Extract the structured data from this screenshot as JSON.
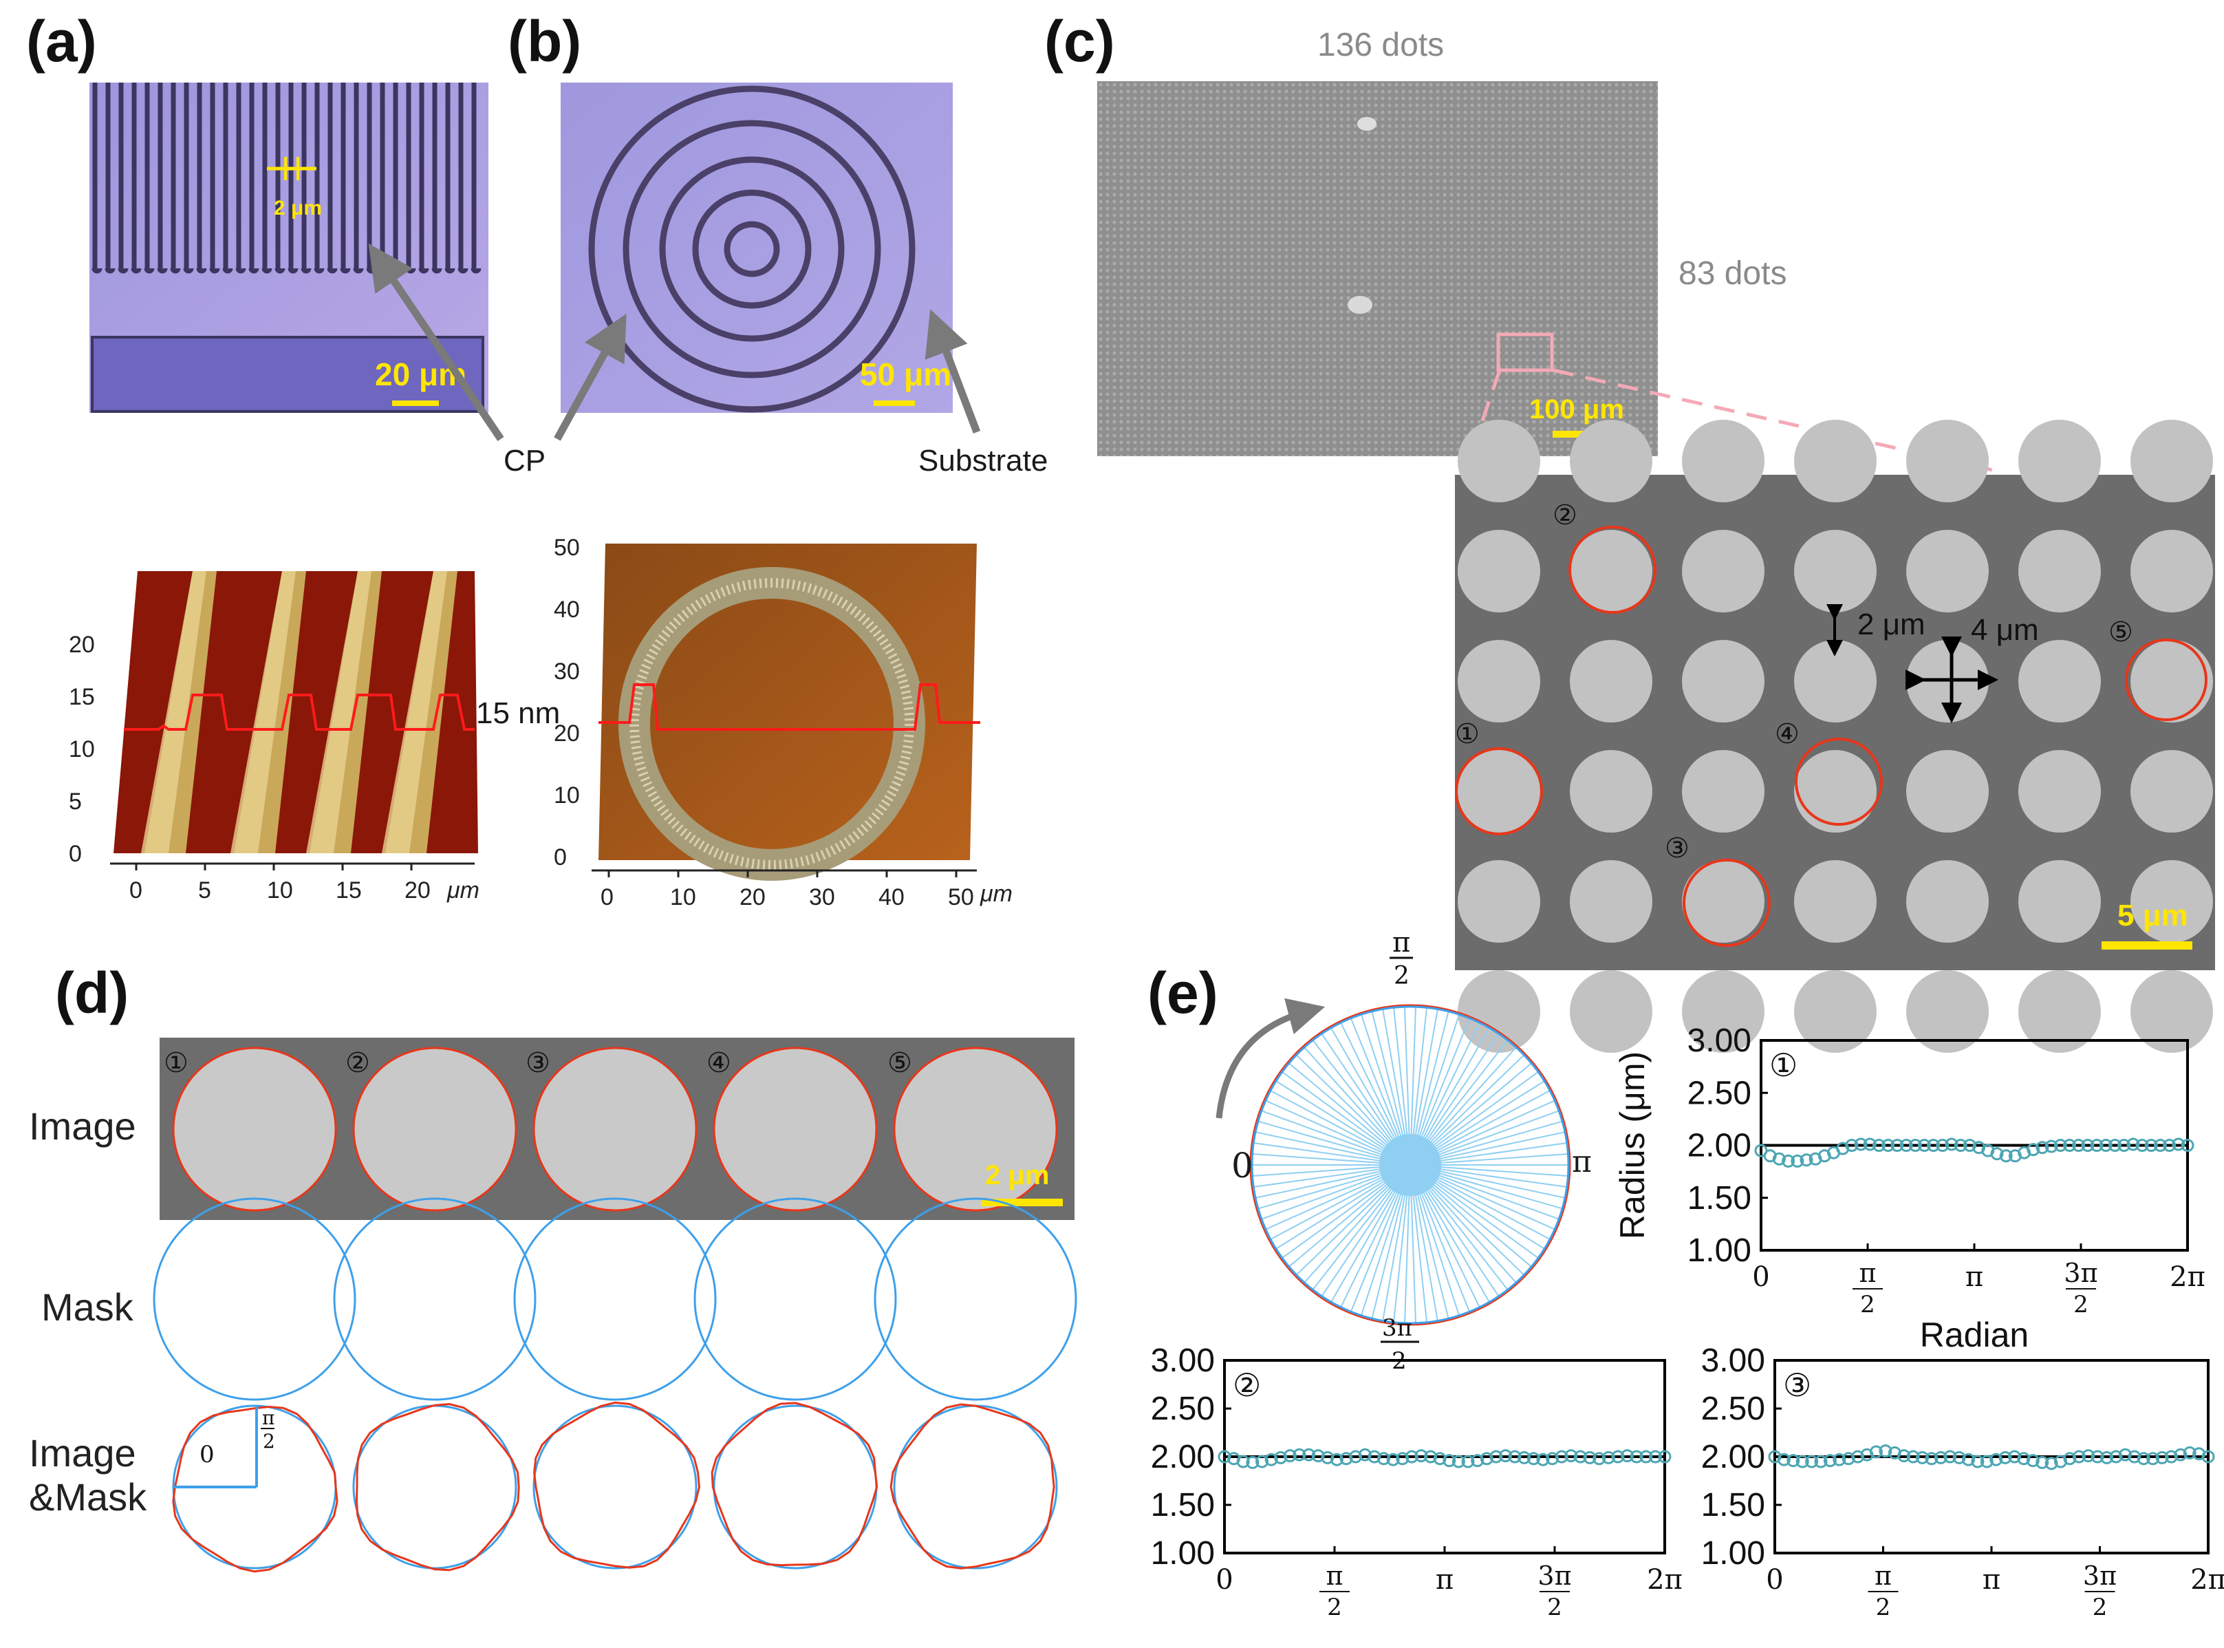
{
  "panels": {
    "a": {
      "label": "(a)",
      "scale_bar": "20 μm",
      "period": "2 μm"
    },
    "b": {
      "label": "(b)",
      "scale_bar": "50 μm"
    },
    "c": {
      "label": "(c)",
      "top_count": "136 dots",
      "side_count": "83 dots",
      "scale_bar": "100 μm",
      "zoom_scale_bar": "5 μm",
      "gap_label": "2 μm",
      "diameter_label": "4 μm",
      "markers": [
        "①",
        "②",
        "③",
        "④",
        "⑤"
      ]
    },
    "d": {
      "label": "(d)",
      "rows": [
        "Image",
        "Mask",
        "Image\n&Mask"
      ],
      "scale_bar": "2 μm",
      "markers": [
        "①",
        "②",
        "③",
        "④",
        "⑤"
      ],
      "angle_zero": "0"
    },
    "e": {
      "label": "(e)",
      "polar_labels": {
        "top": "π/2",
        "left": "0",
        "right": "π",
        "bottom": "3π/2"
      }
    }
  },
  "annotations": {
    "cp": "CP",
    "substrate": "Substrate",
    "height": "15 nm"
  },
  "afm_a": {
    "y_ticks": [
      "0",
      "5",
      "10",
      "15",
      "20"
    ],
    "x_ticks": [
      "0",
      "5",
      "10",
      "15",
      "20"
    ],
    "unit": "μm"
  },
  "afm_b": {
    "y_ticks": [
      "0",
      "10",
      "20",
      "30",
      "40",
      "50"
    ],
    "x_ticks": [
      "0",
      "10",
      "20",
      "30",
      "40",
      "50"
    ],
    "unit": "μm"
  },
  "colors": {
    "accent_red": "#e8361a",
    "mask_blue": "#3ea0ea",
    "scalebar_yellow": "#ffe600",
    "purple_bg": "#9a93dd",
    "sem_grey": "#707070",
    "marker_teal": "#4da6b3"
  },
  "chart_data": [
    {
      "type": "scatter",
      "id": "e1",
      "marker": "①",
      "xlabel": "Radian",
      "ylabel": "Radius (μm)",
      "ylim": [
        1.0,
        3.0
      ],
      "x_ticks": [
        "0",
        "π/2",
        "π",
        "3π/2",
        "2π"
      ],
      "y_ticks": [
        "1.00",
        "1.50",
        "2.00",
        "2.50",
        "3.00"
      ],
      "reference_line": 2.0,
      "y": [
        1.95,
        1.9,
        1.87,
        1.85,
        1.85,
        1.86,
        1.87,
        1.9,
        1.93,
        1.97,
        2.0,
        2.01,
        2.01,
        2.0,
        2.0,
        2.0,
        2.0,
        2.0,
        2.0,
        2.0,
        2.0,
        2.01,
        2.0,
        2.0,
        1.98,
        1.95,
        1.92,
        1.9,
        1.9,
        1.93,
        1.96,
        1.98,
        1.99,
        2.0,
        2.0,
        2.0,
        2.0,
        2.0,
        2.0,
        2.0,
        2.0,
        2.01,
        2.0,
        2.0,
        2.0,
        2.0,
        2.01,
        2.0
      ]
    },
    {
      "type": "scatter",
      "id": "e2",
      "marker": "②",
      "ylim": [
        1.0,
        3.0
      ],
      "x_ticks": [
        "0",
        "π/2",
        "π",
        "3π/2",
        "2π"
      ],
      "y_ticks": [
        "1.00",
        "1.50",
        "2.00",
        "2.50",
        "3.00"
      ],
      "reference_line": 2.0,
      "y": [
        2.0,
        1.98,
        1.95,
        1.94,
        1.95,
        1.97,
        1.99,
        2.01,
        2.02,
        2.02,
        2.01,
        1.99,
        1.97,
        1.98,
        2.0,
        2.02,
        2.0,
        1.98,
        1.97,
        1.98,
        2.0,
        2.01,
        2.0,
        1.98,
        1.96,
        1.95,
        1.95,
        1.96,
        1.98,
        2.0,
        2.01,
        2.0,
        1.99,
        1.98,
        1.97,
        1.98,
        2.0,
        2.01,
        2.0,
        1.99,
        1.98,
        1.99,
        2.0,
        2.01,
        2.0,
        2.0,
        2.0,
        2.0
      ]
    },
    {
      "type": "scatter",
      "id": "e3",
      "marker": "③",
      "ylim": [
        1.0,
        3.0
      ],
      "x_ticks": [
        "0",
        "π/2",
        "π",
        "3π/2",
        "2π"
      ],
      "y_ticks": [
        "1.00",
        "1.50",
        "2.00",
        "2.50",
        "3.00"
      ],
      "reference_line": 2.0,
      "y": [
        2.0,
        1.97,
        1.96,
        1.95,
        1.95,
        1.95,
        1.96,
        1.97,
        1.98,
        2.0,
        2.02,
        2.05,
        2.06,
        2.04,
        2.01,
        2.0,
        1.99,
        1.98,
        1.99,
        2.0,
        1.99,
        1.97,
        1.95,
        1.95,
        1.97,
        1.99,
        2.0,
        1.98,
        1.96,
        1.94,
        1.93,
        1.95,
        1.98,
        2.0,
        2.01,
        2.0,
        1.99,
        2.0,
        2.02,
        2.0,
        1.98,
        1.98,
        1.99,
        2.0,
        2.02,
        2.04,
        2.03,
        2.0
      ]
    }
  ]
}
